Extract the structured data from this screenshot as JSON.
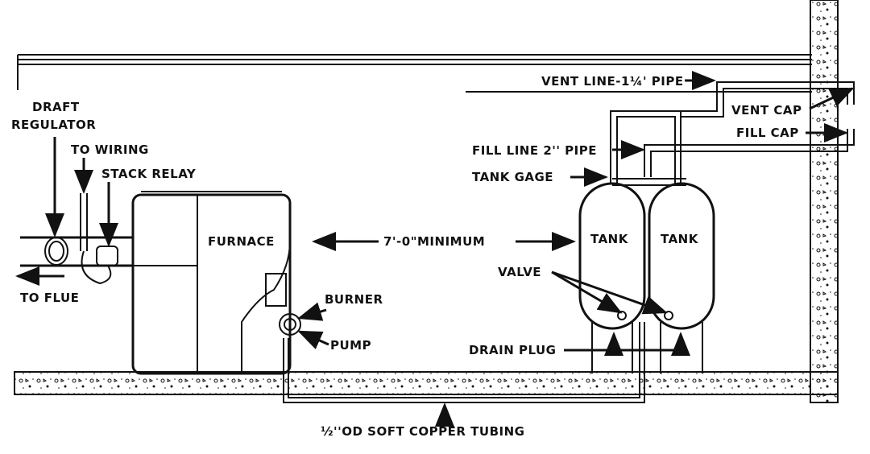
{
  "labels": {
    "draft_regulator_1": "DRAFT",
    "draft_regulator_2": "REGULATOR",
    "to_wiring": "TO WIRING",
    "stack_relay": "STACK RELAY",
    "to_flue": "TO FLUE",
    "furnace": "FURNACE",
    "minimum": "7'-0\"MINIMUM",
    "burner": "BURNER",
    "pump": "PUMP",
    "vent_line": "VENT LINE-1¼' PIPE",
    "vent_cap": "VENT CAP",
    "fill_cap": "FILL CAP",
    "fill_line": "FILL LINE 2'' PIPE",
    "tank_gage": "TANK GAGE",
    "tank_left": "TANK",
    "tank_right": "TANK",
    "valve": "VALVE",
    "drain_plug": "DRAIN PLUG",
    "copper_tubing": "½''OD SOFT COPPER TUBING"
  }
}
